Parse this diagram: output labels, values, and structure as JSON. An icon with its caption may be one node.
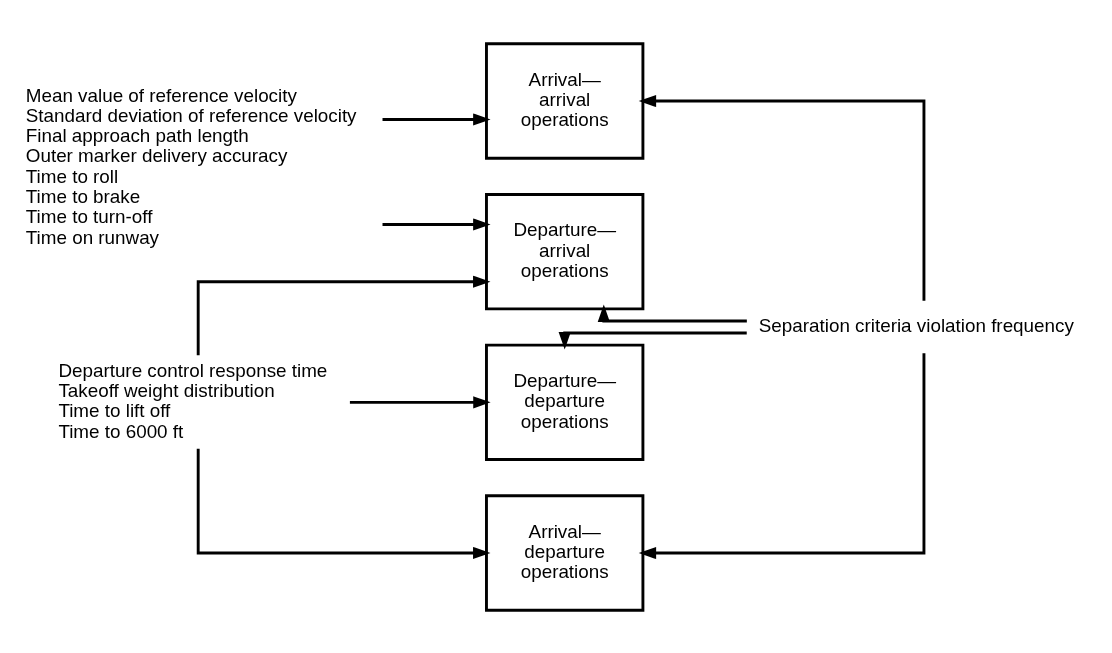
{
  "diagram": {
    "nodes": [
      {
        "text": [
          "Mean value of reference velocity",
          "Standard deviation of reference velocity",
          "Final approach path length",
          "Outer marker delivery accuracy",
          "Time to roll",
          "Time to brake",
          "Time to turn-off",
          "Time on runway"
        ]
      },
      {
        "text": [
          "Departure control response time",
          "Takeoff weight distribution",
          "Time to lift off",
          "Time to 6000 ft"
        ]
      },
      {
        "text": [
          "Separation criteria violation frequency"
        ]
      },
      {
        "text": [
          "Arrival— arrival operations"
        ]
      },
      {
        "text": [
          "Departure— arrival operations"
        ]
      },
      {
        "text": [
          "Departure— departure operations"
        ]
      },
      {
        "text": [
          "Arrival— departure operations"
        ]
      }
    ],
    "edges": [
      {
        "from": 0,
        "to": 3,
        "arrow": "to"
      },
      {
        "from": 0,
        "to": 4,
        "arrow": "to"
      },
      {
        "from": 1,
        "to": 4,
        "arrow": "to"
      },
      {
        "from": 1,
        "to": 5,
        "arrow": "to"
      },
      {
        "from": 1,
        "to": 6,
        "arrow": "to"
      },
      {
        "from": 2,
        "to": 3,
        "arrow": "to"
      },
      {
        "from": 2,
        "to": 4,
        "arrow": "to"
      },
      {
        "from": 2,
        "to": 5,
        "arrow": "to"
      },
      {
        "from": 2,
        "to": 6,
        "arrow": "to"
      }
    ]
  }
}
